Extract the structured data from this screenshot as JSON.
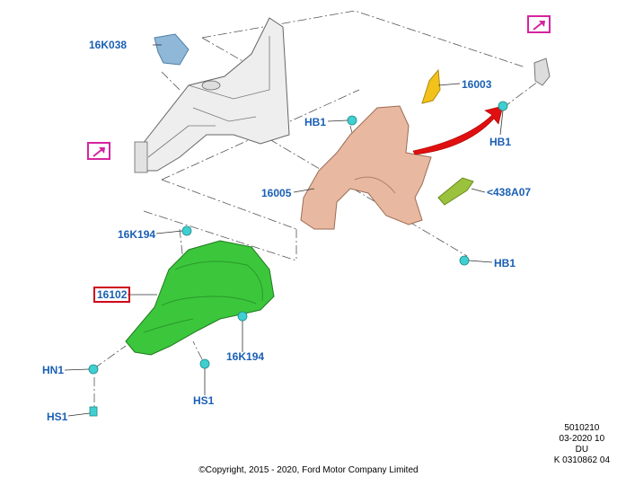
{
  "callouts": {
    "c16K038": "16K038",
    "c16003": "16003",
    "cHB1_top": "HB1",
    "cHB1_right": "HB1",
    "c16005": "16005",
    "c438A07": "<438A07",
    "c16K194_top": "16K194",
    "c16102": "16102",
    "c16K194_bottom": "16K194",
    "cHB1_lower": "HB1",
    "cHN1": "HN1",
    "cHS1_left": "HS1",
    "cHS1_center": "HS1"
  },
  "meta": {
    "line1": "5010210",
    "line2": "03-2020 10",
    "line3": "DU",
    "line4": "K 0310862 04"
  },
  "copyright": "©Copyright, 2015 - 2020, Ford Motor Company Limited",
  "colors": {
    "callout_text": "#1a5fb4",
    "highlight_box": "#d0021b",
    "link_box": "#d6249f",
    "fender": "#e8b9a0",
    "liner": "#3cc63c",
    "bracket": "#8fb8d8",
    "arrow": "#e01010",
    "yellow_part": "#f2c21b",
    "green_part": "#9bc23c",
    "fastener": "#3fcfd0"
  }
}
